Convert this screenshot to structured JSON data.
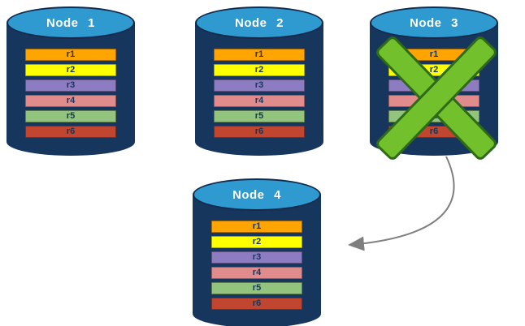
{
  "colors": {
    "cylinder_body": "#17365D",
    "cylinder_top": "#2E9AD0",
    "x_marker_fill": "#72C02C",
    "x_marker_border": "#2E6B18",
    "arrow": "#7F7F7F"
  },
  "rows": [
    {
      "label": "r1",
      "color": "#FFA400"
    },
    {
      "label": "r2",
      "color": "#FFFF00"
    },
    {
      "label": "r3",
      "color": "#8E7CC3"
    },
    {
      "label": "r4",
      "color": "#E08C8C"
    },
    {
      "label": "r5",
      "color": "#93C47D"
    },
    {
      "label": "r6",
      "color": "#C0462F"
    }
  ],
  "nodes": [
    {
      "title": "Node 1"
    },
    {
      "title": "Node 2"
    },
    {
      "title": "Node 3",
      "status": "failed"
    },
    {
      "title": "Node 4"
    }
  ]
}
